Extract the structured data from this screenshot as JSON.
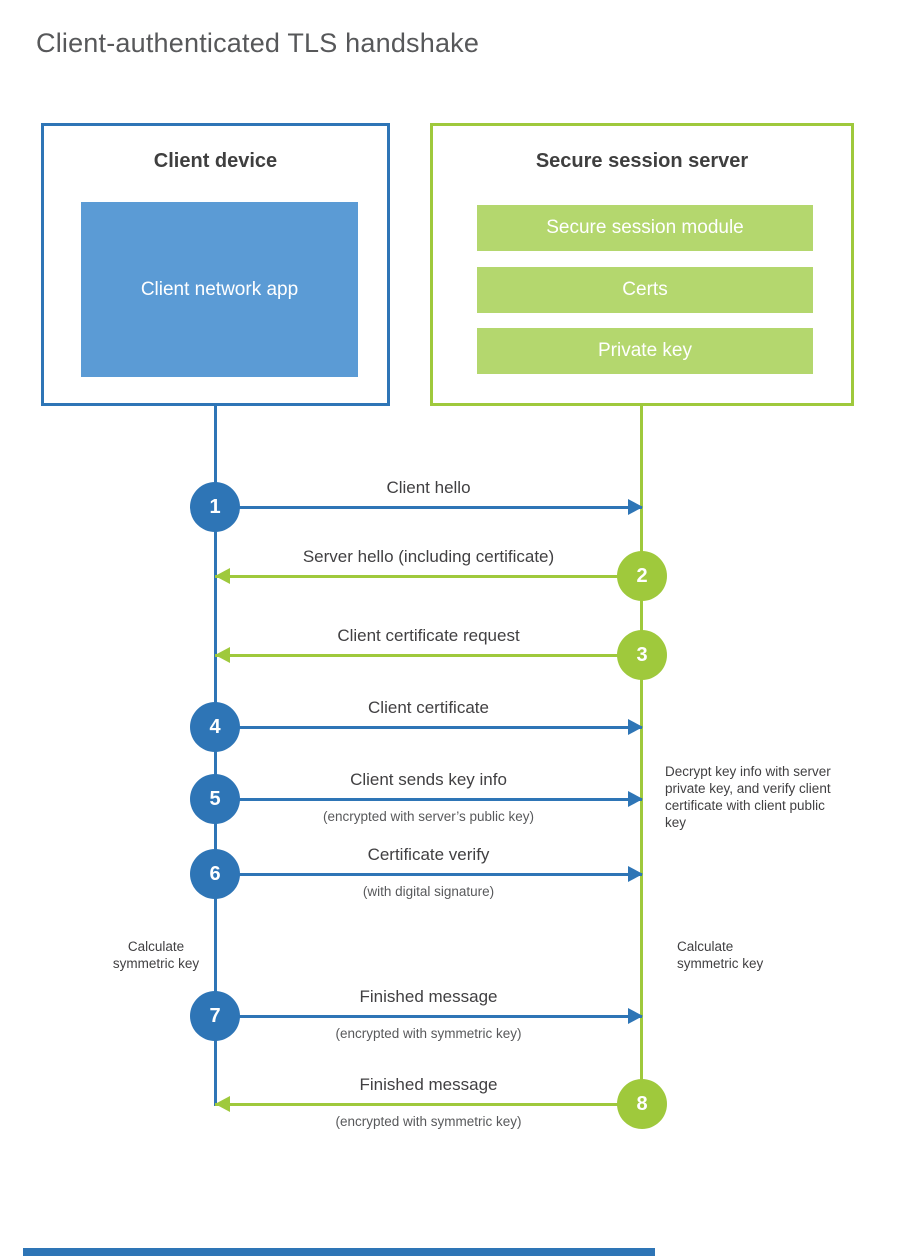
{
  "title": "Client-authenticated TLS handshake",
  "client": {
    "title": "Client device",
    "app": "Client network app"
  },
  "server": {
    "title": "Secure session server",
    "modules": [
      "Secure session module",
      "Certs",
      "Private key"
    ]
  },
  "steps": [
    {
      "num": "1",
      "label": "Client hello",
      "sub": ""
    },
    {
      "num": "2",
      "label": "Server hello (including certificate)",
      "sub": ""
    },
    {
      "num": "3",
      "label": "Client certificate request",
      "sub": ""
    },
    {
      "num": "4",
      "label": "Client certificate",
      "sub": ""
    },
    {
      "num": "5",
      "label": "Client sends key info",
      "sub": "(encrypted with server’s public key)"
    },
    {
      "num": "6",
      "label": "Certificate verify",
      "sub": "(with digital signature)"
    },
    {
      "num": "7",
      "label": "Finished message",
      "sub": "(encrypted with symmetric key)"
    },
    {
      "num": "8",
      "label": "Finished message",
      "sub": "(encrypted with symmetric key)"
    }
  ],
  "annotations": {
    "decrypt": "Decrypt key info with server private key, and verify client certificate with client public key",
    "calc_left": "Calculate symmetric key",
    "calc_right": "Calculate symmetric key"
  },
  "colors": {
    "blue": "#2e75b6",
    "blue_fill": "#5b9bd5",
    "green": "#9fc93c",
    "green_fill": "#b4d76e"
  }
}
